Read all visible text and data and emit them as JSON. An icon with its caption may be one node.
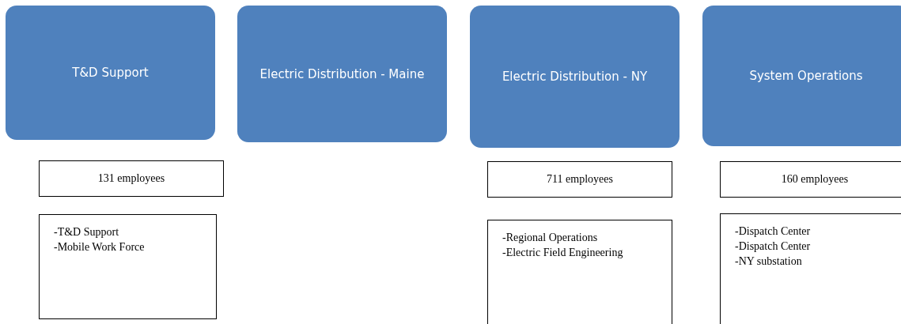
{
  "diagram": {
    "nodes": [
      {
        "text": [
          "T&D Support"
        ]
      },
      {
        "text": [
          "Electric Distribution - Maine"
        ]
      },
      {
        "text": [
          "Electric Distribution - NY"
        ]
      },
      {
        "text": [
          "System Operations"
        ]
      },
      {
        "text": [
          "131 employees"
        ]
      },
      {
        "text": [
          "711 employees"
        ]
      },
      {
        "text": [
          "160 employees"
        ]
      },
      {
        "text": [
          "-T&D Support",
          "-Mobile Work Force"
        ]
      },
      {
        "text": [
          "-Regional Operations",
          "-Electric Field Engineering"
        ]
      },
      {
        "text": [
          "-Dispatch Center",
          "-Dispatch Center",
          "-NY substation"
        ]
      }
    ]
  }
}
